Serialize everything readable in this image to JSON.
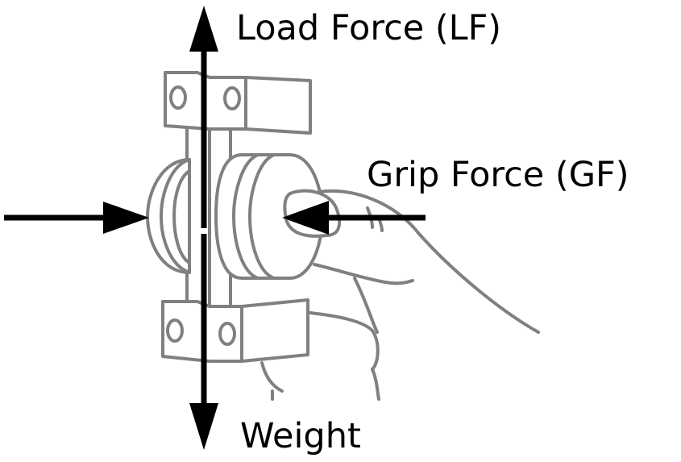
{
  "labels": {
    "load_force": "Load Force (LF)",
    "grip_force": "Grip Force (GF)",
    "weight": "Weight"
  },
  "colors": {
    "arrow": "#000000",
    "device_outline": "#808080",
    "background": "#ffffff"
  }
}
